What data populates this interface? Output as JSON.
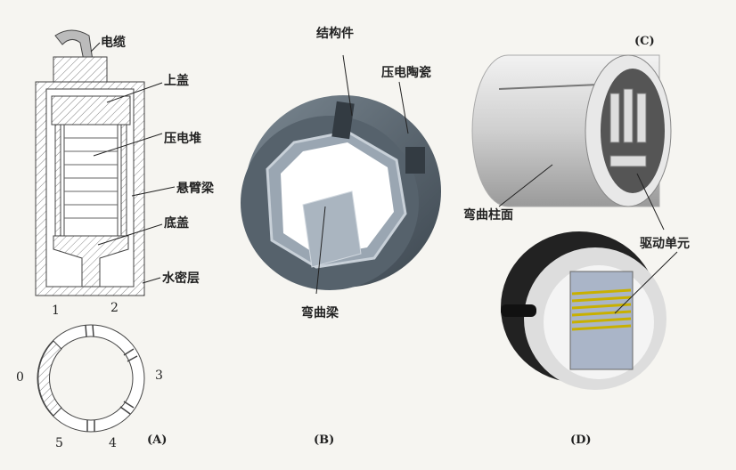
{
  "panel_a": {
    "caption": "(A)",
    "labels": {
      "cable": "电缆",
      "top_cover": "上盖",
      "piezo_stack": "压电堆",
      "cantilever": "悬臂梁",
      "bottom_cover": "底盖",
      "waterproof_layer": "水密层"
    },
    "ring_numbers": [
      "0",
      "1",
      "2",
      "3",
      "4",
      "5"
    ]
  },
  "panel_b": {
    "caption": "(B)",
    "labels": {
      "structure": "结构件",
      "piezo_ceramic": "压电陶瓷",
      "bending_beam": "弯曲梁"
    }
  },
  "panel_c": {
    "caption": "(C)",
    "labels": {
      "bending_surface": "弯曲柱面"
    }
  },
  "panel_d": {
    "caption": "(D)",
    "labels": {
      "drive_unit": "驱动单元"
    }
  }
}
